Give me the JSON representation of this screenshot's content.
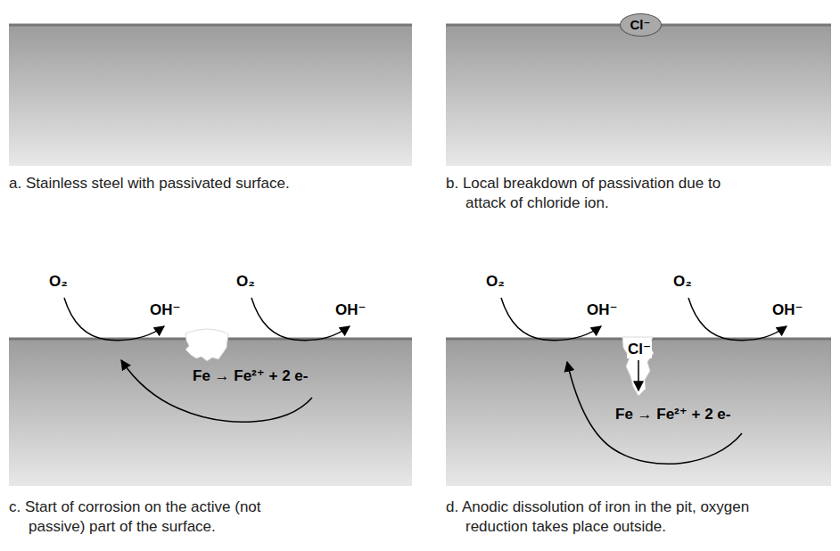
{
  "diagram": {
    "nodes": [
      {
        "text": [
          "Cl⁻"
        ]
      }
    ],
    "labels": [
      "a. Stainless steel with passivated surface.",
      "b. Local breakdown of passivation due to attack of chloride ion.",
      "O₂",
      "OH⁻",
      "O₂",
      "OH⁻",
      "Fe → Fe²⁺ + 2 e-",
      "c. Start of corrosion on the active (not passive) part of the surface.",
      "O₂",
      "OH⁻",
      "O₂",
      "OH⁻",
      "Cl⁻",
      "Fe → Fe²⁺ + 2 e-",
      "d. Anodic dissolution of iron in the pit, oxygen reduction takes place outside."
    ]
  }
}
